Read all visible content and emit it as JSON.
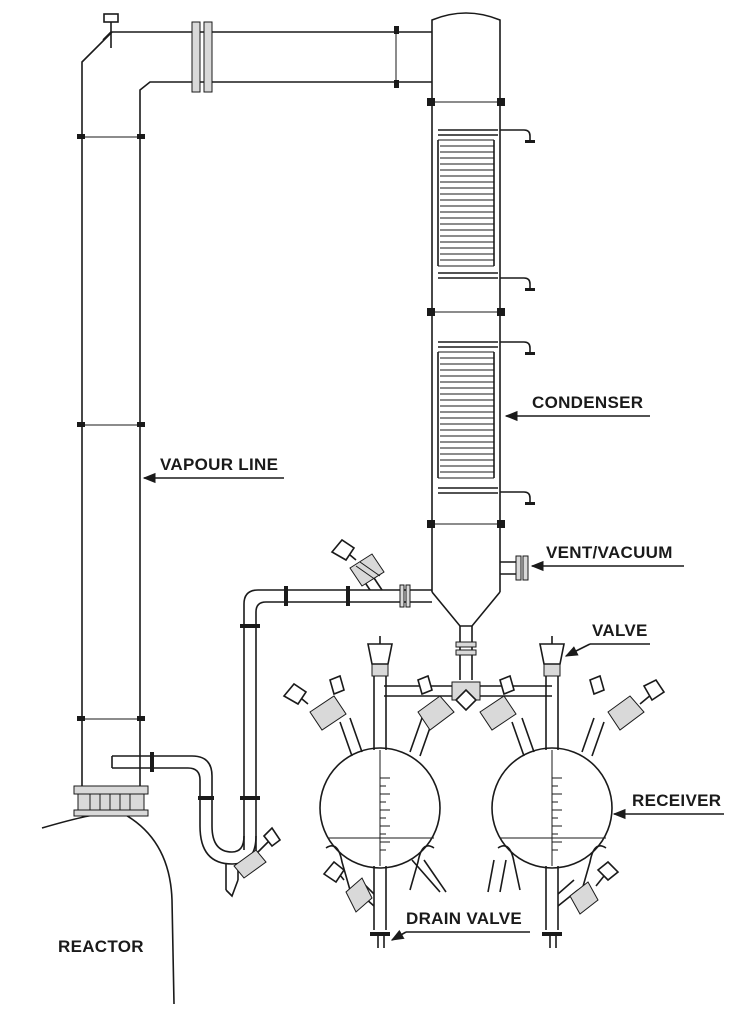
{
  "labels": {
    "condenser": "CONDENSER",
    "vapour_line": "VAPOUR LINE",
    "vent_vacuum": "VENT/VACUUM",
    "valve": "VALVE",
    "receiver": "RECEIVER",
    "drain_valve": "DRAIN VALVE",
    "reactor": "REACTOR"
  },
  "colors": {
    "line": "#1a1a1a",
    "background": "#ffffff"
  }
}
